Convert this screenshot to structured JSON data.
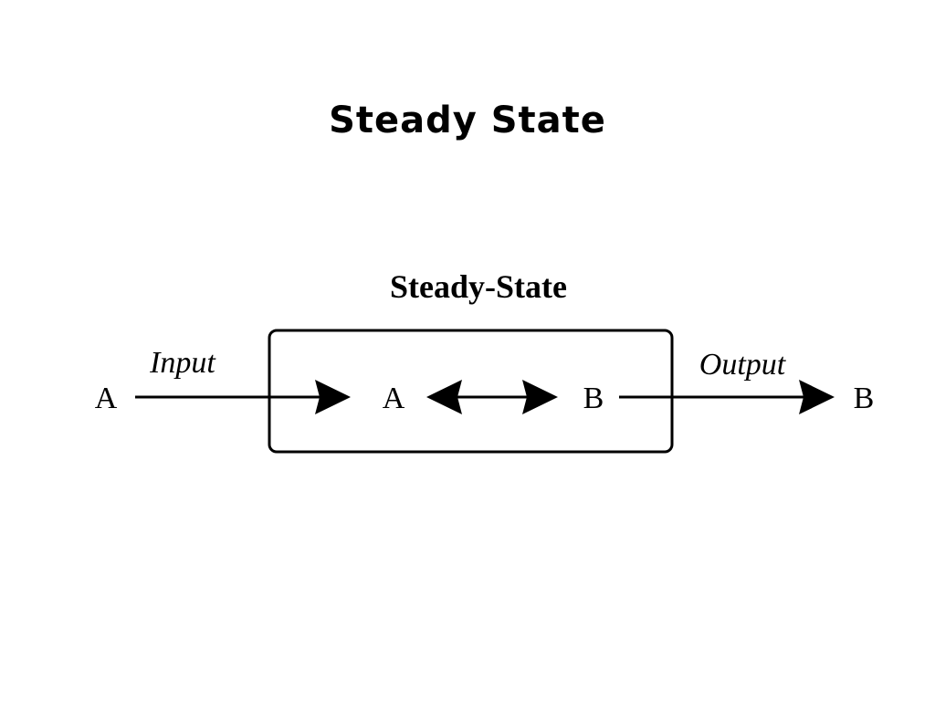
{
  "slide": {
    "title": "Steady State"
  },
  "diagram": {
    "box_label": "Steady-State",
    "input_label": "Input",
    "output_label": "Output",
    "left_species": "A",
    "inner_left_species": "A",
    "inner_right_species": "B",
    "right_species": "B"
  }
}
